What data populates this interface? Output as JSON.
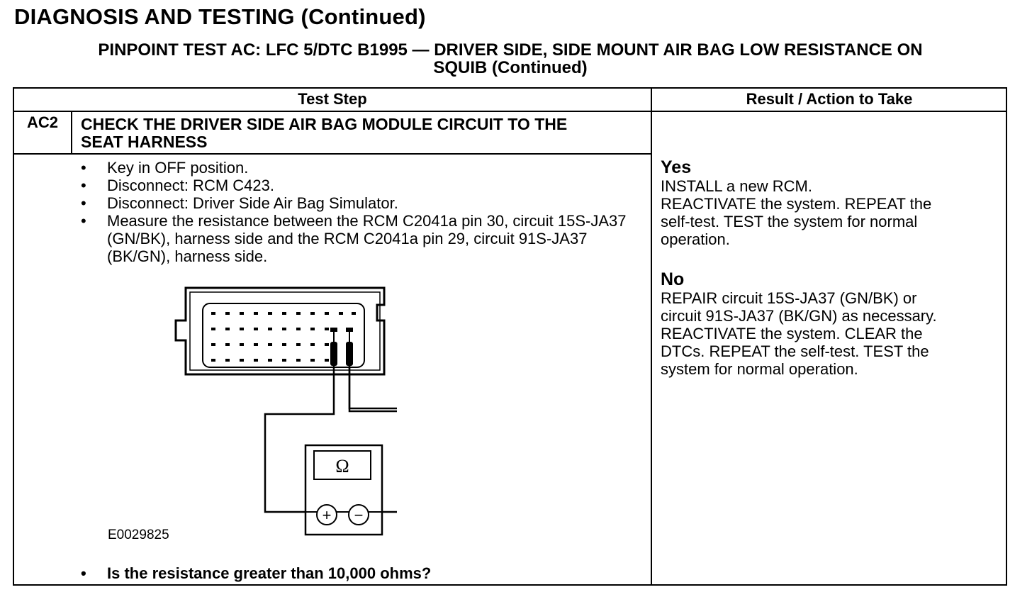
{
  "header": {
    "title": "DIAGNOSIS AND TESTING (Continued)",
    "subtitle_line1": "PINPOINT TEST  AC: LFC 5/DTC B1995 — DRIVER SIDE, SIDE MOUNT AIR BAG LOW RESISTANCE ON",
    "subtitle_line2": "SQUIB (Continued)"
  },
  "table": {
    "col_test_step": "Test Step",
    "col_result": "Result / Action to Take",
    "step": {
      "id": "AC2",
      "title_line1": "CHECK THE DRIVER SIDE AIR BAG MODULE CIRCUIT TO THE",
      "title_line2": "SEAT HARNESS",
      "bullet": "•",
      "instructions": [
        "Key in OFF position.",
        "Disconnect: RCM C423.",
        "Disconnect: Driver Side Air Bag Simulator.",
        "Measure the resistance between the RCM C2041a pin 30, circuit 15S-JA37 (GN/BK), harness side and the RCM C2041a pin 29, circuit 91S-JA37 (BK/GN), harness side."
      ],
      "figure_id": "E0029825",
      "ohm_symbol": "Ω",
      "plus_symbol": "+",
      "minus_symbol": "−",
      "question": "Is the resistance greater than 10,000 ohms?"
    },
    "results": {
      "yes_label": "Yes",
      "yes_lines": [
        "INSTALL a new RCM.",
        "REACTIVATE the system. REPEAT the",
        "self-test. TEST the system for normal",
        "operation."
      ],
      "no_label": "No",
      "no_lines": [
        "REPAIR circuit 15S-JA37 (GN/BK) or",
        "circuit 91S-JA37 (BK/GN) as necessary.",
        "REACTIVATE the system. CLEAR the",
        "DTCs. REPEAT the self-test. TEST the",
        "system for normal operation."
      ]
    }
  }
}
